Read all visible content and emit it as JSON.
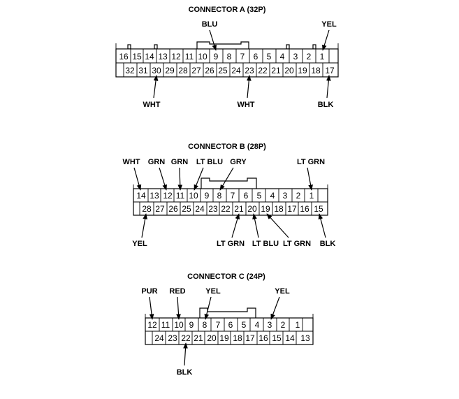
{
  "connectors": [
    {
      "id": "A",
      "title": "CONNECTOR A (32P)",
      "top_pins": [
        "16",
        "15",
        "14",
        "13",
        "12",
        "11",
        "10",
        "9",
        "8",
        "7",
        "6",
        "5",
        "4",
        "3",
        "2",
        "1"
      ],
      "bottom_pins": [
        "",
        "32",
        "31",
        "30",
        "29",
        "28",
        "27",
        "26",
        "25",
        "24",
        "23",
        "22",
        "21",
        "20",
        "19",
        "18",
        "17"
      ],
      "labels": [
        {
          "text": "BLU",
          "pin": "9"
        },
        {
          "text": "YEL",
          "pin": "1"
        },
        {
          "text": "WHT",
          "pin": "30"
        },
        {
          "text": "WHT",
          "pin": "23"
        },
        {
          "text": "BLK",
          "pin": "17"
        }
      ]
    },
    {
      "id": "B",
      "title": "CONNECTOR B (28P)",
      "top_pins": [
        "14",
        "13",
        "12",
        "11",
        "10",
        "9",
        "8",
        "7",
        "6",
        "5",
        "4",
        "3",
        "2",
        "1"
      ],
      "bottom_pins": [
        "",
        "28",
        "27",
        "26",
        "25",
        "24",
        "23",
        "22",
        "21",
        "20",
        "19",
        "18",
        "17",
        "16",
        "15"
      ],
      "labels": [
        {
          "text": "WHT",
          "pin": "14"
        },
        {
          "text": "GRN",
          "pin": "12"
        },
        {
          "text": "GRN",
          "pin": "11"
        },
        {
          "text": "LT BLU",
          "pin": "10"
        },
        {
          "text": "GRY",
          "pin": "8"
        },
        {
          "text": "LT GRN",
          "pin": "1"
        },
        {
          "text": "YEL",
          "pin": "28"
        },
        {
          "text": "LT GRN",
          "pin": "21"
        },
        {
          "text": "LT BLU",
          "pin": "20"
        },
        {
          "text": "LT GRN",
          "pin": "19"
        },
        {
          "text": "BLK",
          "pin": "15"
        }
      ]
    },
    {
      "id": "C",
      "title": "CONNECTOR C (24P)",
      "top_pins": [
        "12",
        "11",
        "10",
        "9",
        "8",
        "7",
        "6",
        "5",
        "4",
        "3",
        "2",
        "1"
      ],
      "bottom_pins": [
        "",
        "24",
        "23",
        "22",
        "21",
        "20",
        "19",
        "18",
        "17",
        "16",
        "15",
        "14",
        "13"
      ],
      "labels": [
        {
          "text": "PUR",
          "pin": "12"
        },
        {
          "text": "RED",
          "pin": "10"
        },
        {
          "text": "YEL",
          "pin": "8"
        },
        {
          "text": "YEL",
          "pin": "3"
        },
        {
          "text": "BLK",
          "pin": "22"
        }
      ]
    }
  ]
}
